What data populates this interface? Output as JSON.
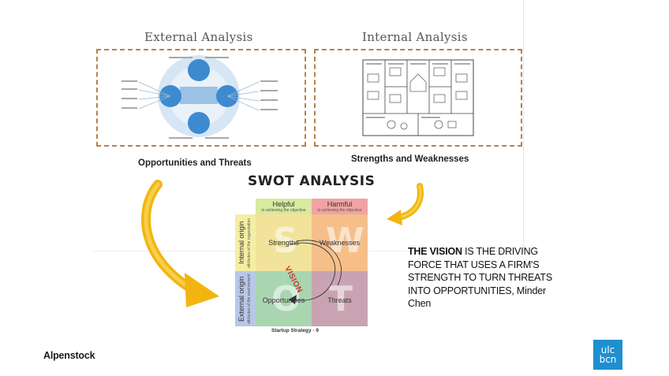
{
  "external": {
    "title": "External Analysis",
    "caption": "Opportunities and Threats"
  },
  "internal": {
    "title": "Internal Analysis",
    "caption": "Strengths and Weaknesses"
  },
  "swot": {
    "title": "SWOT ANALYSIS",
    "helpful": "Helpful",
    "helpful_sub": "to achieving the objective",
    "harmful": "Harmful",
    "harmful_sub": "to achieving the objective",
    "internal_origin": "Internal origin",
    "internal_origin_sub": "attributes of the organization",
    "external_origin": "External origin",
    "external_origin_sub": "attributes of the environment",
    "strengths": "Strengths",
    "weaknesses": "Weaknesses",
    "opportunities": "Opportunities",
    "threats": "Threats",
    "letters": [
      "S",
      "W",
      "O",
      "T"
    ],
    "vision": "VISION",
    "footer": "Startup Strategy - 9"
  },
  "quote": {
    "bold": "THE VISION",
    "rest": " IS THE DRIVING FORCE THAT USES A FIRM'S STRENGTH TO TURN THREATS INTO OPPORTUNITIES, Minder Chen"
  },
  "brand": {
    "name": "Alpenstock",
    "logo_line1": "ulc",
    "logo_line2": "bcn"
  },
  "colors": {
    "dash": "#b8804a",
    "strengths": "#f2e39b",
    "weaknesses": "#f6bf8a",
    "opportunities": "#a9d6b1",
    "threats": "#c9a3b1",
    "helpful": "#d7ea9e",
    "harmful": "#f1a3a3",
    "internal": "#f4eea3",
    "external": "#b7c7e8",
    "arrow": "#f2b510",
    "logo": "#1f8fd0"
  }
}
